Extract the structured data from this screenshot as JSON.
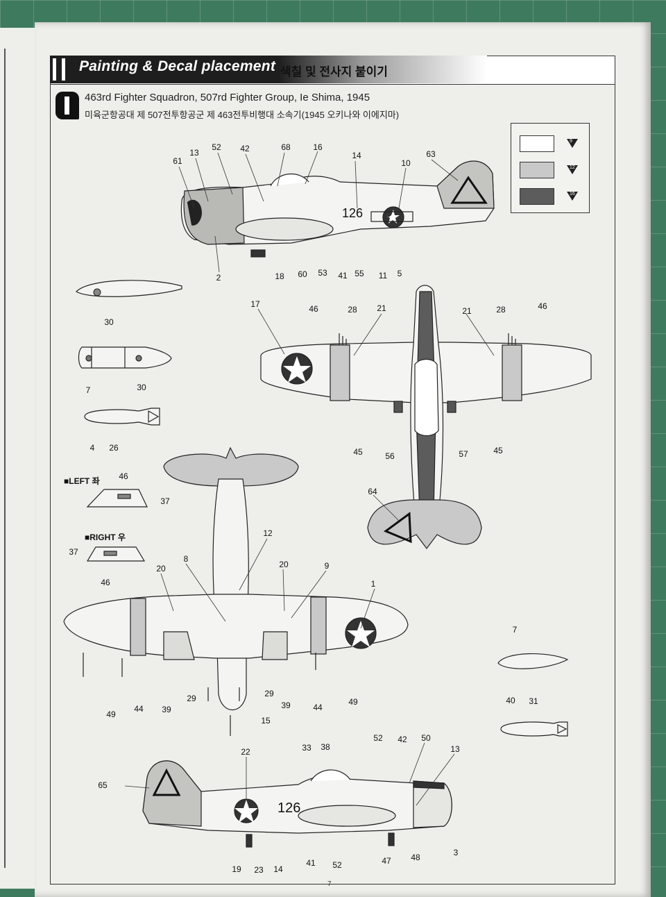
{
  "header": {
    "title_en": "Painting & Decal placement",
    "title_ko": "색칠 및 전사지 붙이기"
  },
  "scheme": {
    "line1": "463rd Fighter Squadron, 507rd Fighter Group, Ie Shima, 1945",
    "line2": "미육군항공대 제 507전투항공군 제 463전투비행대 소속기(1945 오키나와 이에지마)"
  },
  "color_legend": [
    {
      "code": "9",
      "color": "#ffffff"
    },
    {
      "code": "12",
      "color": "#c9c9c9"
    },
    {
      "code": "16",
      "color": "#5c5c5c"
    }
  ],
  "side_labels": {
    "left": "■LEFT 좌",
    "right": "■RIGHT 우"
  },
  "aircraft_code": "126",
  "callouts": {
    "top_profile": [
      "61",
      "13",
      "52",
      "42",
      "68",
      "16",
      "14",
      "10",
      "63",
      "2",
      "18",
      "60",
      "53",
      "41",
      "55",
      "11",
      "5"
    ],
    "tank_top": [
      "30"
    ],
    "tank_side": [
      "7",
      "30"
    ],
    "bomb_left": [
      "4",
      "26"
    ],
    "upper_wing": [
      "17",
      "46",
      "28",
      "21",
      "21",
      "28",
      "46",
      "45",
      "56",
      "57",
      "45"
    ],
    "tail_top": [
      "64"
    ],
    "panel_left": [
      "46",
      "37"
    ],
    "panel_right": [
      "37",
      "46"
    ],
    "lower_view": [
      "12",
      "20",
      "8",
      "20",
      "9",
      "1",
      "49",
      "44",
      "39",
      "29",
      "29",
      "39",
      "44",
      "49",
      "15"
    ],
    "tank_bottom": [
      "7"
    ],
    "bomb_right": [
      "40",
      "31"
    ],
    "bottom_profile": [
      "22",
      "33",
      "38",
      "52",
      "42",
      "50",
      "13",
      "65",
      "19",
      "23",
      "14",
      "41",
      "52",
      "47",
      "48",
      "3"
    ]
  },
  "page_number": "7"
}
